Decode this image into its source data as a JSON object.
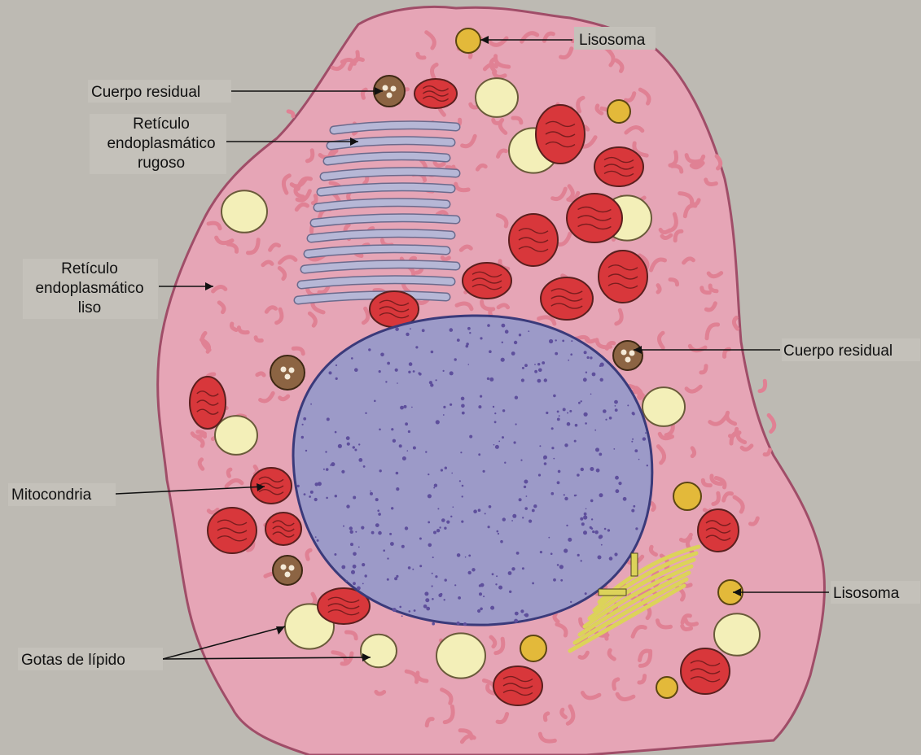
{
  "colors": {
    "page": "#bdbab3",
    "cytoplasm": "#e6a5b6",
    "cytoplasm_edge": "#a04d68",
    "reticulum": "#e08194",
    "rough_er": "#b6b7d6",
    "nucleus": "#9c9ac8",
    "chromatin": "#5e4f9c",
    "mitochondria": "#d8373b",
    "lipid": "#f3efb8",
    "lysosome": "#e3b93a",
    "residual_body": "#8c6443",
    "golgi": "#dcd35a"
  },
  "labels": {
    "lisosoma_top": "Lisosoma",
    "cuerpo_residual_left": "Cuerpo residual",
    "ret_rugoso_1": "Retículo",
    "ret_rugoso_2": "endoplasmático",
    "ret_rugoso_3": "rugoso",
    "ret_liso_1": "Retículo",
    "ret_liso_2": "endoplasmático",
    "ret_liso_3": "liso",
    "cuerpo_residual_right": "Cuerpo residual",
    "mitocondria": "Mitocondria",
    "lisosoma_right": "Lisosoma",
    "gotas_lipido": "Gotas de lípido"
  }
}
